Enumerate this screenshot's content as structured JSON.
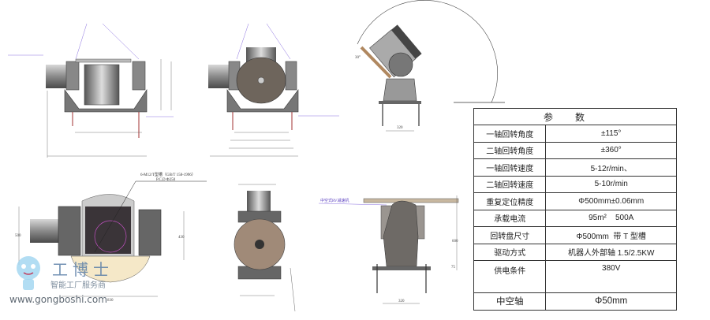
{
  "params_table": {
    "header": "参数",
    "rows": [
      {
        "label": "一轴回转角度",
        "value": "±115°"
      },
      {
        "label": "二轴回转角度",
        "value": "±360°"
      },
      {
        "label": "一轴回转速度",
        "value": "5-12r/min、"
      },
      {
        "label": "二轴回转速度",
        "value": "5-10r/min"
      },
      {
        "label": "重复定位精度",
        "value": "Φ500mm±0.06mm"
      },
      {
        "label": "承载电流",
        "value": "95m²    500A"
      },
      {
        "label": "回转盘尺寸",
        "value": "Φ500mm  带 T 型槽"
      },
      {
        "label": "驱动方式",
        "value": "机器人外部轴 1.5/2.5KW"
      },
      {
        "label": "供电条件",
        "value": "380V"
      },
      {
        "label": "中空轴",
        "value": "Φ50mm"
      }
    ]
  },
  "drawing_labels": {
    "tslot_note": "6-M12/T型槽（GB/T 158-1996）",
    "pcd_note": "P.C.D Φ250",
    "reducer_note": "中空式RV减速机",
    "dim_500": "500",
    "dim_430": "430",
    "dim_830": "830",
    "dim_600": "600",
    "dim_320": "320",
    "dim_320b": "320",
    "dim_75": "75",
    "dim_30": "30°"
  },
  "watermark": {
    "brand": "工博士",
    "tagline": "智能工厂服务商",
    "url": "www.gongboshi.com"
  },
  "colors": {
    "metal": "#8a8580",
    "dark": "#55504c",
    "disk": "#9a8878",
    "annotation": "#6a4fd0"
  }
}
